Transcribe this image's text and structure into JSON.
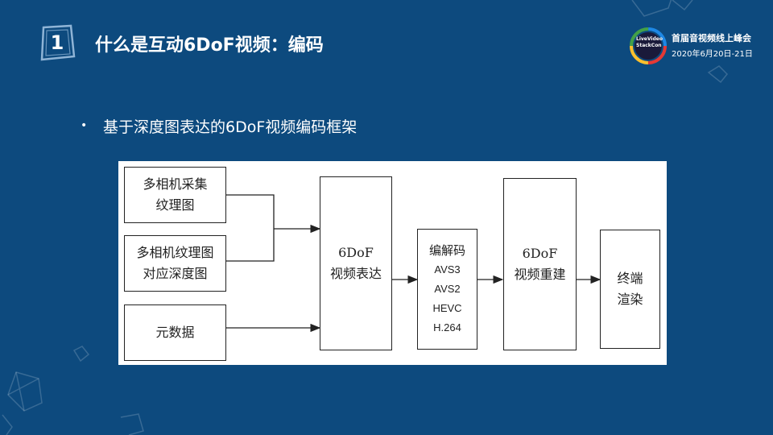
{
  "slide": {
    "number": "1",
    "title": "什么是互动6DoF视频：编码",
    "bullet": "基于深度图表达的6DoF视频编码框架"
  },
  "event": {
    "logo_text": "LiveVideo StackCon",
    "name": "首届音视频线上峰会",
    "date": "2020年6月20日-21日"
  },
  "colors": {
    "background": "#0d4a7e",
    "text": "#ffffff",
    "diagram_bg": "#ffffff",
    "diagram_line": "#222222"
  },
  "diagram": {
    "inputs": [
      {
        "label": "多相机采集\n纹理图"
      },
      {
        "label": "多相机纹理图\n对应深度图"
      },
      {
        "label": "元数据"
      }
    ],
    "representation": "6DoF\n视频表达",
    "codec": {
      "title": "编解码",
      "standards": [
        "AVS3",
        "AVS2",
        "HEVC",
        "H.264"
      ]
    },
    "reconstruction": "6DoF\n视频重建",
    "terminal": "终端\n渲染"
  }
}
